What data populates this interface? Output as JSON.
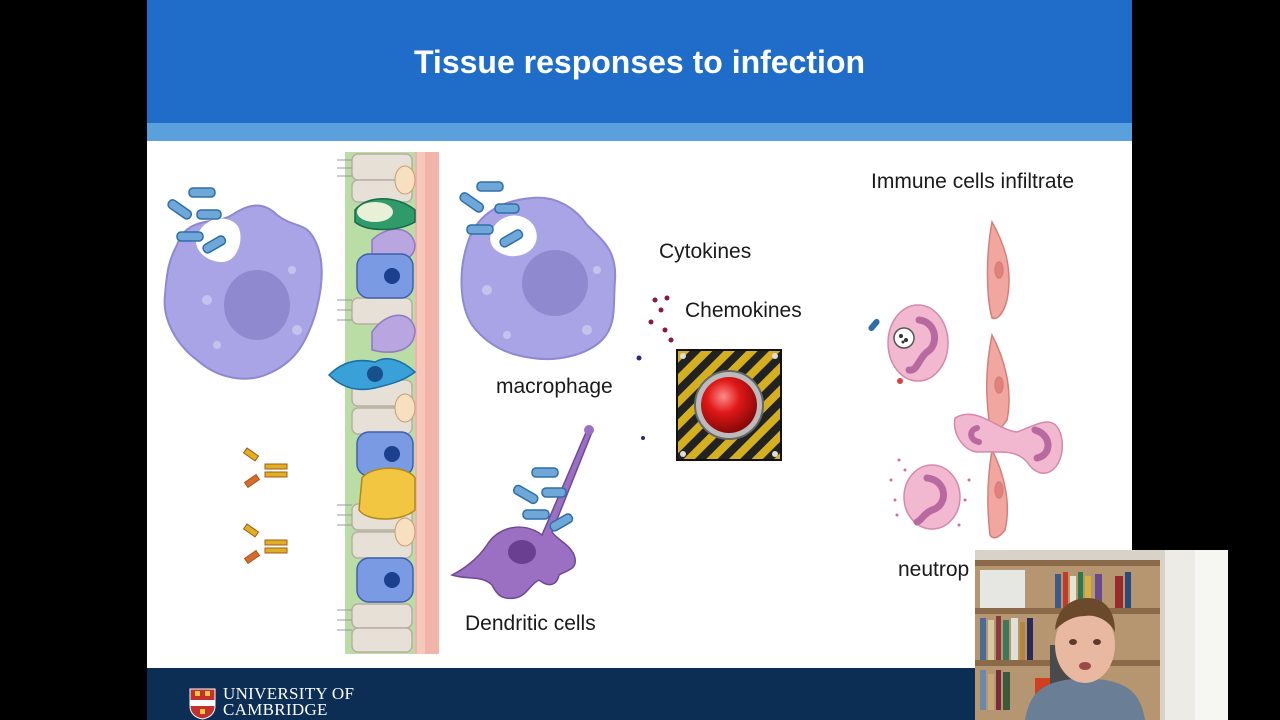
{
  "slide": {
    "title": "Tissue responses to infection",
    "labels": {
      "immune_cells_infiltrate": "Immune cells infiltrate",
      "cytokines": "Cytokines",
      "chemokines": "Chemokines",
      "macrophage": "macrophage",
      "dendritic_cells": "Dendritic cells",
      "neutrophils_partial": "neutrop"
    },
    "footer": {
      "university_line1": "UNIVERSITY OF",
      "university_line2": "CAMBRIDGE"
    }
  },
  "colors": {
    "header": "#1f6dc9",
    "header_stripe": "#5aa0dc",
    "footer": "#0c2e55",
    "macrophage": "#a9a4e6",
    "nucleus": "#8f8ad0",
    "dendritic": "#9b6fc2",
    "neutrophil": "#e9a6c4",
    "alarm_button": "#d11a1a"
  },
  "icons": [
    "university-crest-icon",
    "alarm-button-icon"
  ]
}
